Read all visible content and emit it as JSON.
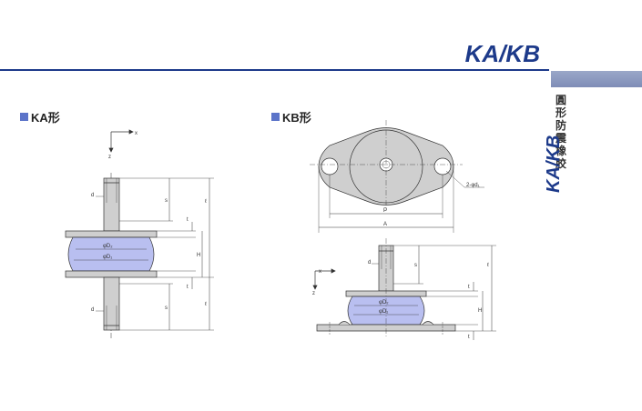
{
  "header": {
    "title": "KA/KB"
  },
  "sidebar": {
    "vertical_text": "圓形防震橡胶",
    "product_code": "KA/KB"
  },
  "sections": [
    {
      "label": "KA形"
    },
    {
      "label": "KB形"
    }
  ],
  "ka_labels": {
    "x": "x",
    "z": "z",
    "d_top": "d",
    "s_top": "s",
    "l_top": "ℓ",
    "t_top": "t",
    "D2": "φD₂",
    "D1": "φD₁",
    "H": "H",
    "t_bot": "t",
    "s_bot": "s",
    "l_bot": "ℓ",
    "d_bot": "d"
  },
  "kb_labels": {
    "hole": "2-φd₁",
    "P": "P",
    "A": "A",
    "d": "d",
    "s": "s",
    "l": "ℓ",
    "t_top": "t",
    "x": "x",
    "z": "z",
    "D2": "φD₂",
    "D1": "φD₁",
    "H": "H",
    "t_bot": "t"
  },
  "colors": {
    "accent": "#1d3a8a",
    "rubber": "#b9bff0",
    "metal": "#cfcfcf",
    "square": "#5c74c9"
  }
}
